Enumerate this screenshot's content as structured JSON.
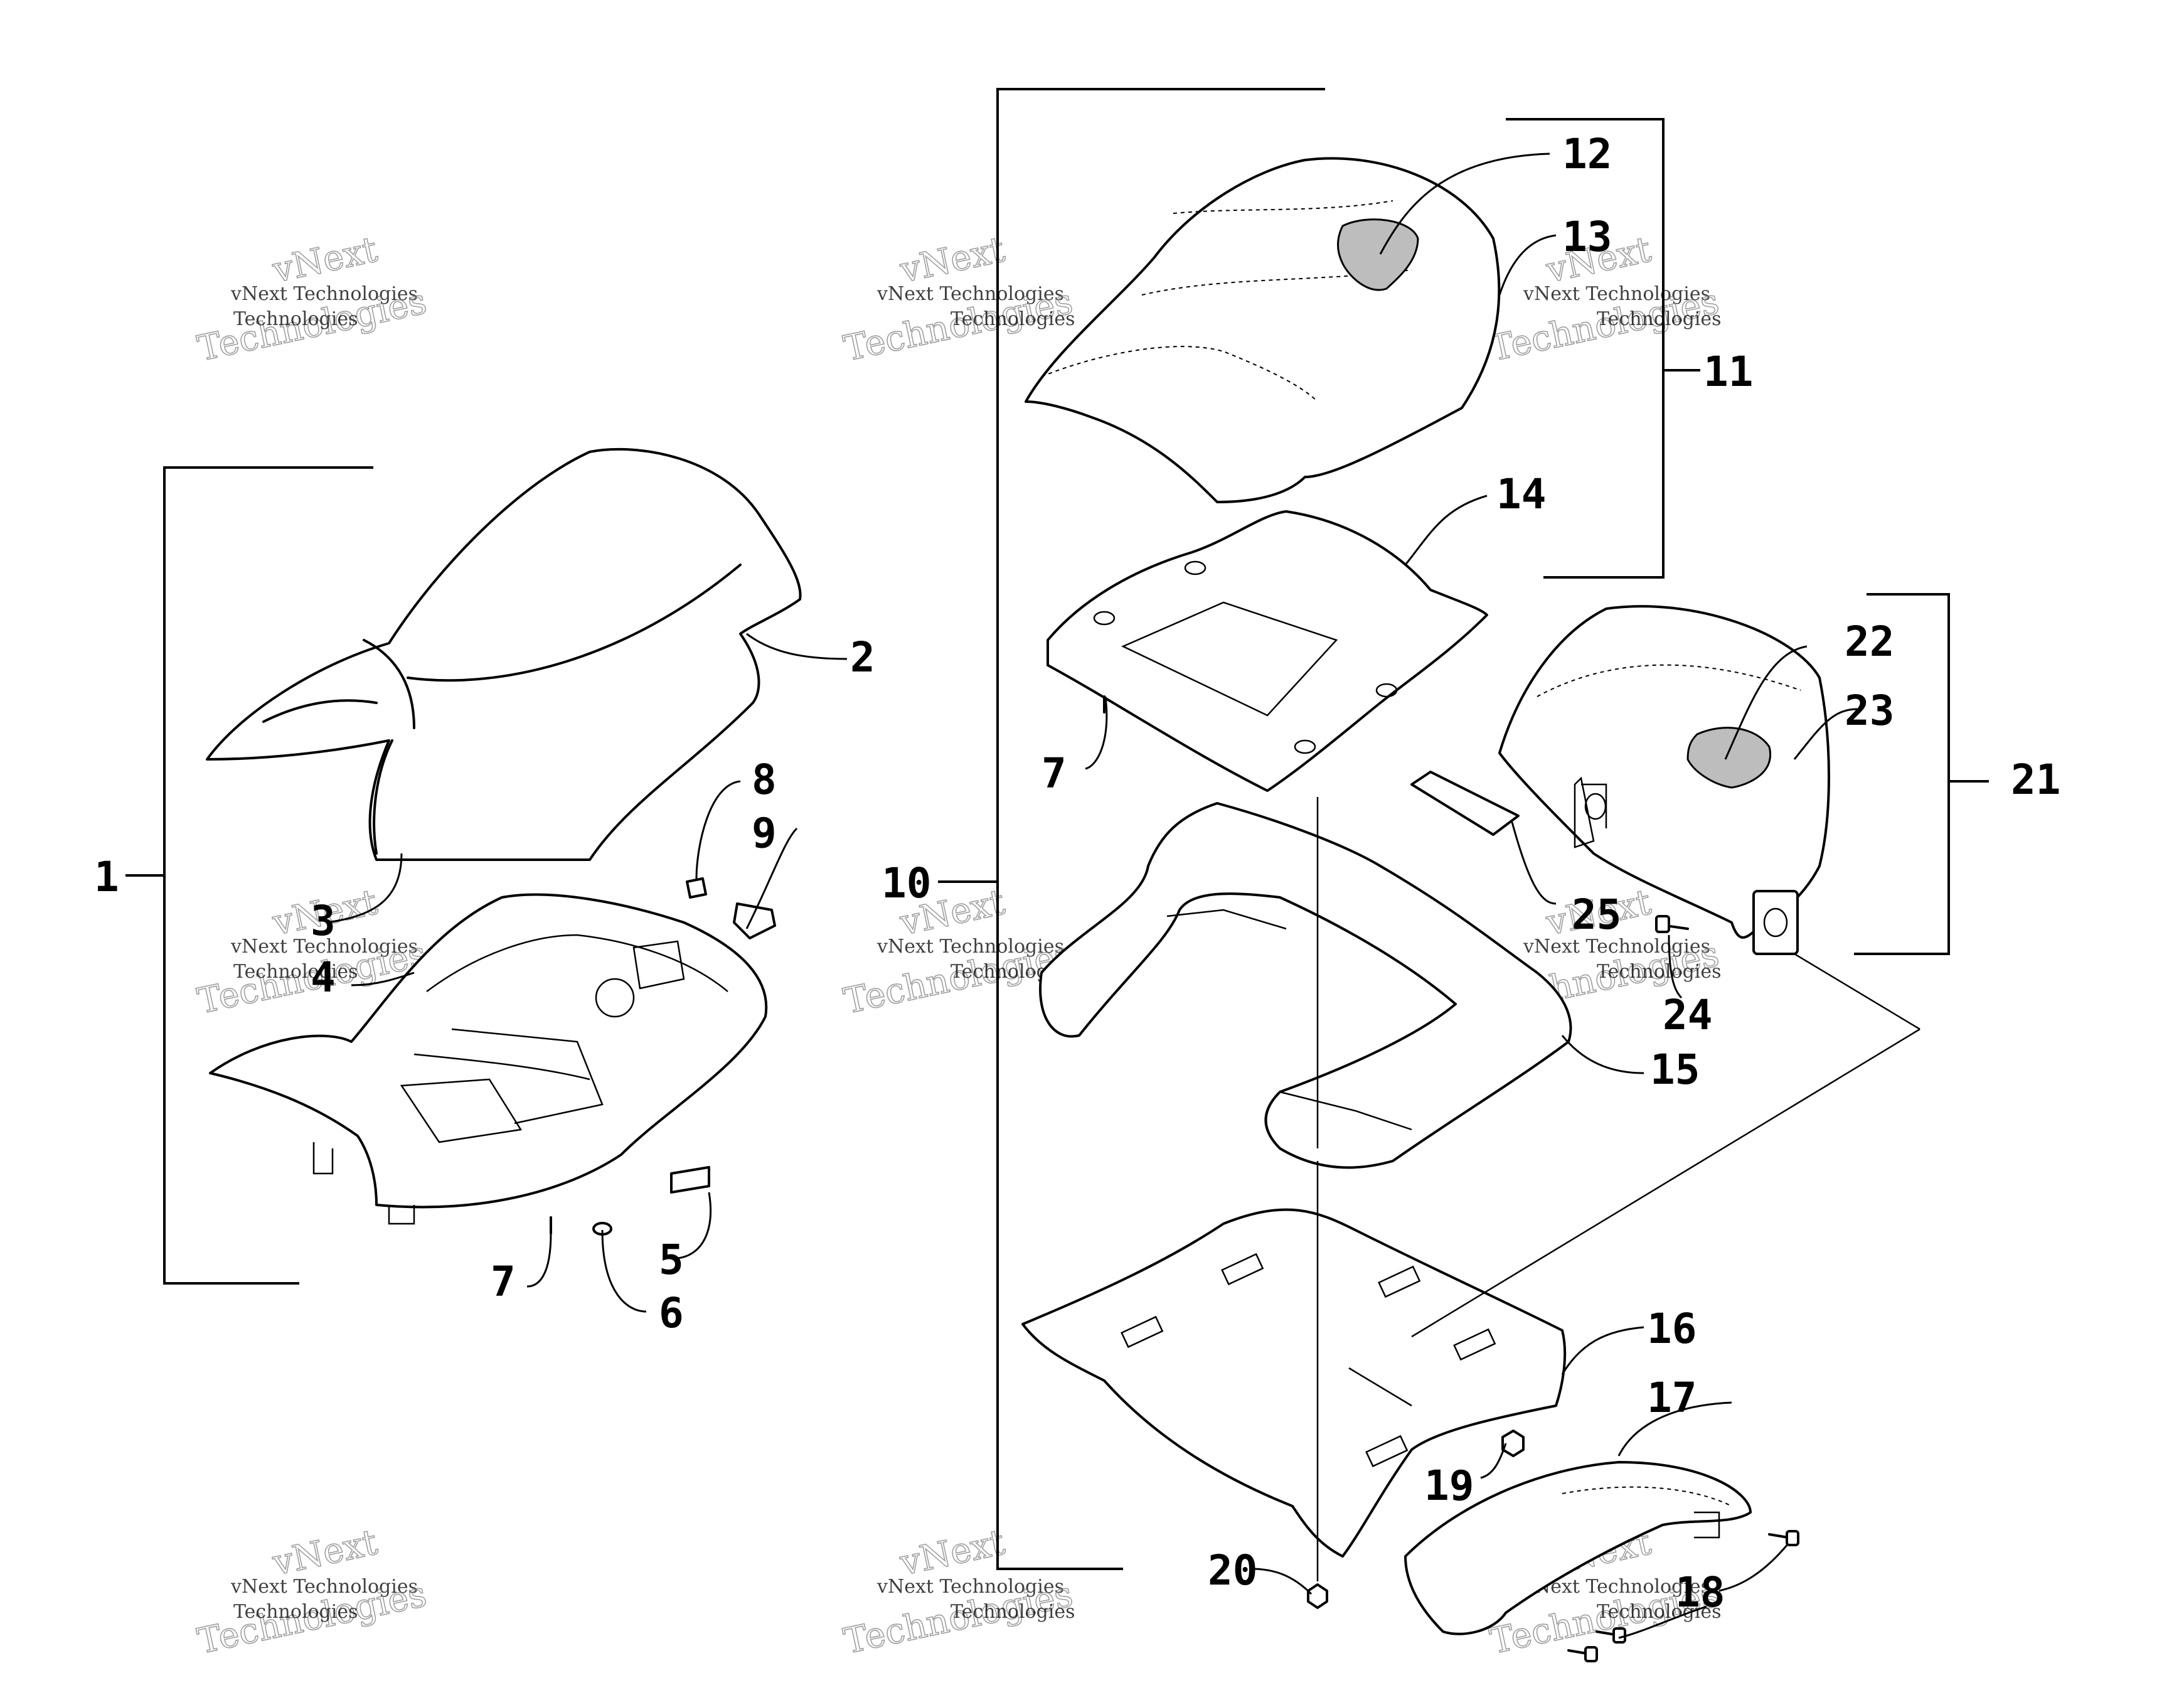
{
  "watermark": {
    "brand_small": "vNext Technologies",
    "brand_vnext": "vNext",
    "brand_tech": "Technologies"
  },
  "callouts": {
    "c1": "1",
    "c2": "2",
    "c3": "3",
    "c4": "4",
    "c5": "5",
    "c6": "6",
    "c7a": "7",
    "c7b": "7",
    "c8": "8",
    "c9": "9",
    "c10": "10",
    "c11": "11",
    "c12": "12",
    "c13": "13",
    "c14": "14",
    "c15": "15",
    "c16": "16",
    "c17": "17",
    "c18": "18",
    "c19": "19",
    "c20": "20",
    "c21": "21",
    "c22": "22",
    "c23": "23",
    "c24": "24",
    "c25": "25"
  }
}
